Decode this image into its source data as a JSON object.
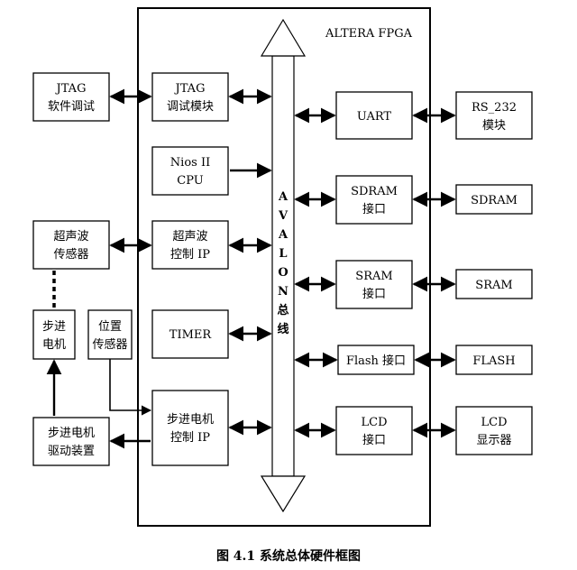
{
  "fpga_label": "ALTERA   FPGA",
  "bus_label": [
    "A",
    "V",
    "A",
    "L",
    "O",
    "N",
    "总",
    "线"
  ],
  "caption": "图 4.1  系统总体硬件框图",
  "left_blocks": {
    "jtag_sw": [
      "JTAG",
      "软件调试"
    ],
    "ultra_sensor": [
      "超声波",
      "传感器"
    ],
    "stepper": [
      "步进",
      "电机"
    ],
    "pos_sensor": [
      "位置",
      "传感器"
    ],
    "stepper_driver": [
      "步进电机",
      "驱动装置"
    ]
  },
  "fpga_left_modules": {
    "jtag_debug": [
      "JTAG",
      "调试模块"
    ],
    "nios_cpu": [
      "Nios II",
      "CPU"
    ],
    "ultra_ctrl": [
      "超声波",
      "控制 IP"
    ],
    "timer": [
      "TIMER"
    ],
    "stepper_ctrl": [
      "步进电机",
      "控制 IP"
    ]
  },
  "fpga_right_modules": {
    "uart": [
      "UART"
    ],
    "sdram_if": [
      "SDRAM",
      "接口"
    ],
    "sram_if": [
      "SRAM",
      "接口"
    ],
    "flash_if": [
      "Flash 接口"
    ],
    "lcd_if": [
      "LCD",
      "接口"
    ]
  },
  "right_blocks": {
    "rs232": [
      "RS_232",
      "模块"
    ],
    "sdram": [
      "SDRAM"
    ],
    "sram": [
      "SRAM"
    ],
    "flash": [
      "FLASH"
    ],
    "lcd": [
      "LCD",
      "显示器"
    ]
  }
}
